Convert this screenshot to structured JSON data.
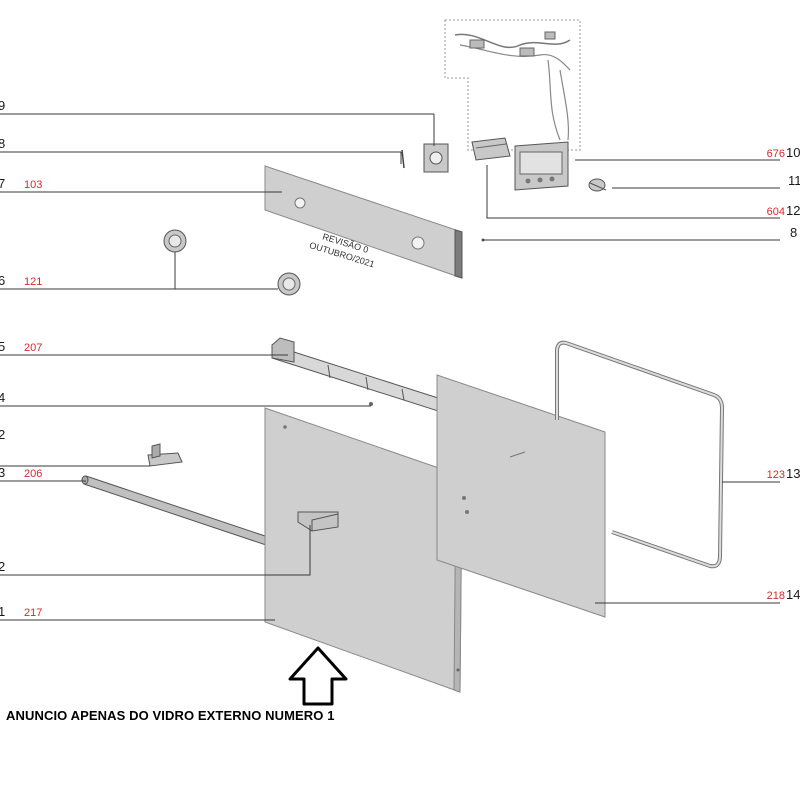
{
  "callouts": [
    {
      "num": "9",
      "code": ""
    },
    {
      "num": "8",
      "code": ""
    },
    {
      "num": "7",
      "code": "103"
    },
    {
      "num": "6",
      "code": "121"
    },
    {
      "num": "5",
      "code": "207"
    },
    {
      "num": "4",
      "code": ""
    },
    {
      "num": "2",
      "code": ""
    },
    {
      "num": "3",
      "code": "206"
    },
    {
      "num": "2",
      "code": ""
    },
    {
      "num": "1",
      "code": "217"
    },
    {
      "num": "10",
      "code": "676"
    },
    {
      "num": "11",
      "code": ""
    },
    {
      "num": "12",
      "code": "604"
    },
    {
      "num": "8",
      "code": ""
    },
    {
      "num": "13",
      "code": "123"
    },
    {
      "num": "14",
      "code": "218"
    }
  ],
  "revision": {
    "line1": "REVISÃO 0",
    "line2": "OUTUBRO/2021"
  },
  "caption": "ANUNCIO APENAS DO VIDRO EXTERNO NUMERO 1",
  "colors": {
    "code": "#d42a2a",
    "panel": "#cfcfcf"
  }
}
